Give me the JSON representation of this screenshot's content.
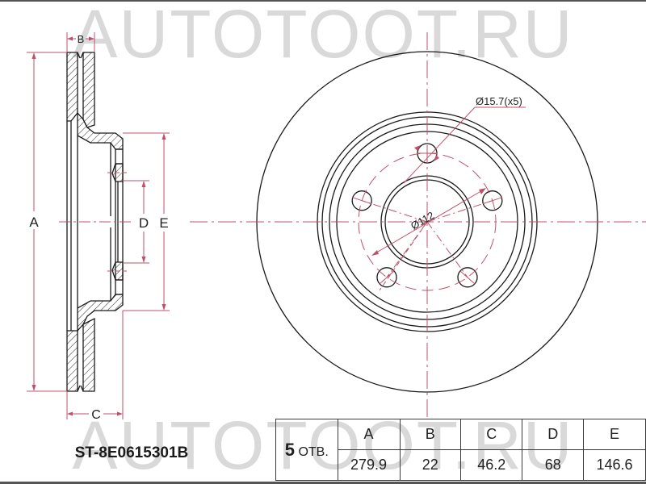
{
  "watermark": "AUTOTOOT.RU",
  "part_number": "ST-8E0615301B",
  "holes": {
    "count": "5",
    "label": "ОТВ."
  },
  "dimension_labels": {
    "A": "A",
    "B": "B",
    "C": "C",
    "D": "D",
    "E": "E"
  },
  "annotations": {
    "bolt_hole": "Ø15.7(x5)",
    "pcd": "Ø112"
  },
  "spec_table": {
    "headers": [
      "A",
      "B",
      "C",
      "D",
      "E"
    ],
    "values": [
      "279.9",
      "22",
      "46.2",
      "68",
      "146.6"
    ]
  },
  "colors": {
    "line": "#1a1a1a",
    "dimension": "#c0506a",
    "watermark": "#d9d9d9"
  }
}
